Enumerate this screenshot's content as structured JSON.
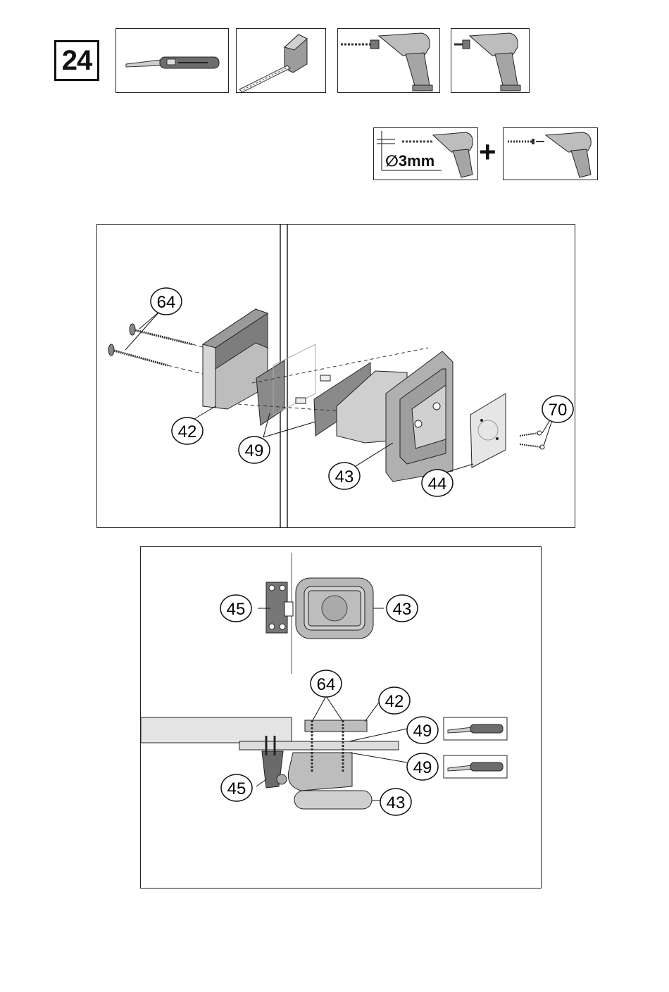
{
  "step": {
    "number": "24"
  },
  "tools": [
    {
      "icon": "utility-knife-icon"
    },
    {
      "icon": "tape-measure-icon"
    },
    {
      "icon": "power-drill-icon"
    },
    {
      "icon": "screwdriver-drill-icon"
    }
  ],
  "pilot_hole": {
    "diameter_label": "∅3mm",
    "operator": "+",
    "icons": [
      "drill-bit-icon",
      "screw-drive-icon"
    ]
  },
  "panel1": {
    "callouts": {
      "screws": "64",
      "strike_block": "42",
      "pad": "49",
      "housing": "43",
      "cover_plate": "44",
      "small_screws": "70"
    }
  },
  "panel2": {
    "top_view": {
      "label_left": "45",
      "label_right": "43"
    },
    "section_view": {
      "screws": "64",
      "strike_block": "42",
      "pad_top": "49",
      "pad_bottom": "49",
      "latch": "45",
      "housing": "43"
    }
  },
  "colors": {
    "line": "#111111",
    "part_gray": "#b4b4b4",
    "dark_gray": "#6a6a6a",
    "pad_gray": "#8a8a8a"
  }
}
